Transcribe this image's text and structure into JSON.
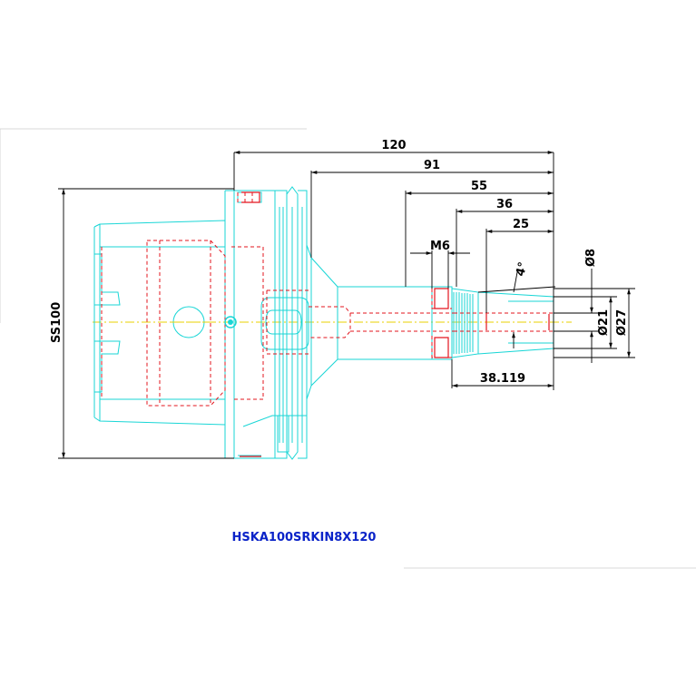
{
  "drawing": {
    "part_number": "HSKA100SRKIN8X120",
    "colors": {
      "outline": "#19d6d6",
      "hidden": "#e3141e",
      "dimension": "#000000",
      "centerline": "#e8d200",
      "label": "#0a23c8"
    },
    "dimensions": {
      "total_length": "120",
      "flange_to_tip": "91",
      "shank_to_tip": "55",
      "clamp_to_tip": "36",
      "bore_depth": "25",
      "thread": "M6",
      "taper_angle": "4°",
      "bore_diameter": "Ø8",
      "nose_diameter_small": "Ø21",
      "nose_diameter_large": "Ø27",
      "taper_length": "38.119",
      "flange_diameter": "SS100"
    }
  }
}
